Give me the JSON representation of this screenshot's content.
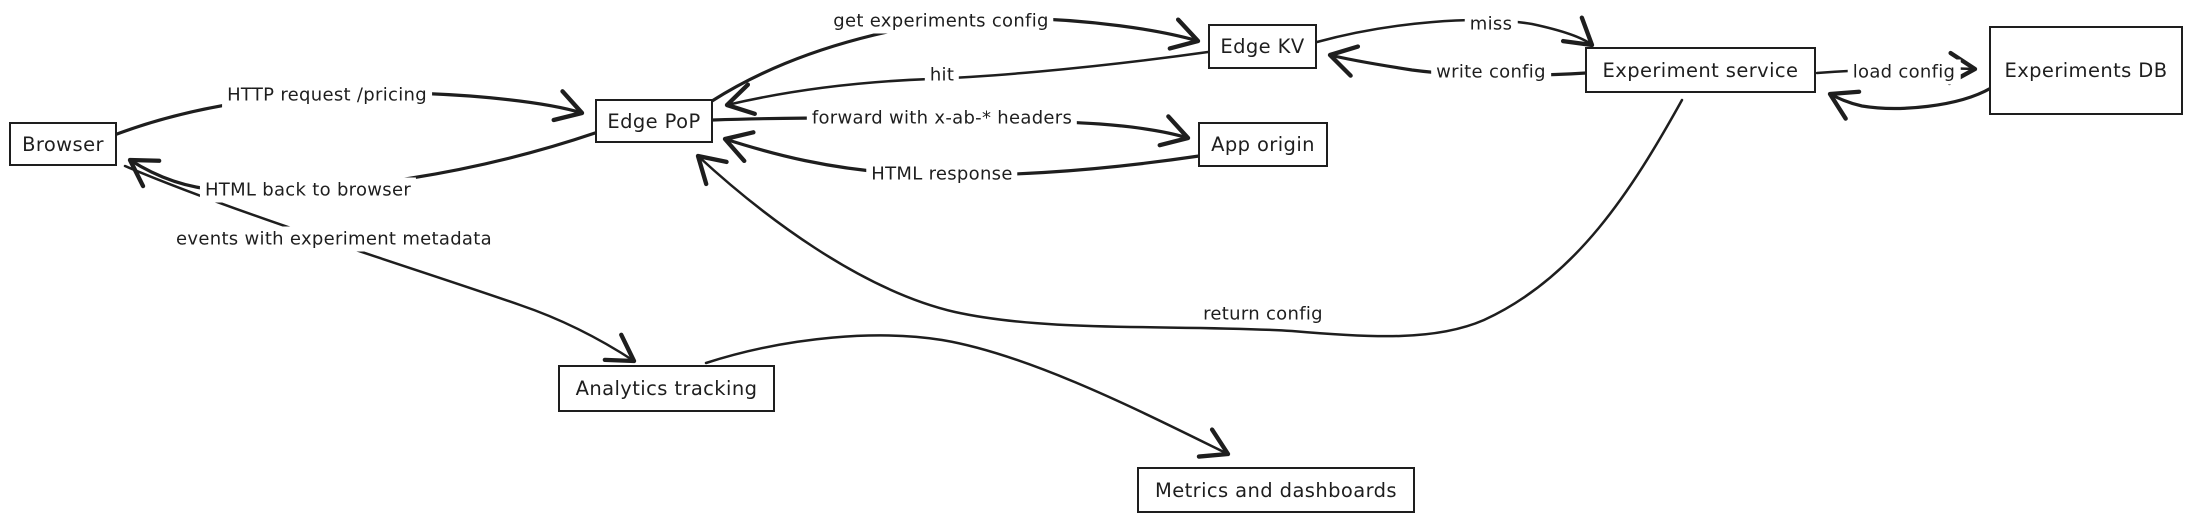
{
  "diagram": {
    "title_hint": "edge A/B testing request flow",
    "colors": {
      "stroke": "#1e1e1e",
      "background": "#ffffff"
    },
    "nodes": {
      "browser": {
        "label": "Browser"
      },
      "edge_pop": {
        "label": "Edge PoP"
      },
      "edge_kv": {
        "label": "Edge KV"
      },
      "experiment_service": {
        "label": "Experiment service"
      },
      "experiments_db": {
        "label": "Experiments DB"
      },
      "app_origin": {
        "label": "App origin"
      },
      "analytics_tracking": {
        "label": "Analytics tracking"
      },
      "metrics_dashboards": {
        "label": "Metrics and dashboards"
      }
    },
    "edges": [
      {
        "from": "browser",
        "to": "edge_pop",
        "label": "HTTP request /pricing"
      },
      {
        "from": "edge_pop",
        "to": "browser",
        "label": "HTML back to browser"
      },
      {
        "from": "browser",
        "to": "analytics_tracking",
        "label": "events with experiment metadata"
      },
      {
        "from": "edge_pop",
        "to": "edge_kv",
        "label": "get experiments config"
      },
      {
        "from": "edge_kv",
        "to": "edge_pop",
        "label": "hit"
      },
      {
        "from": "edge_pop",
        "to": "app_origin",
        "label": "forward with x-ab-* headers"
      },
      {
        "from": "app_origin",
        "to": "edge_pop",
        "label": "HTML response"
      },
      {
        "from": "edge_kv",
        "to": "experiment_service",
        "label": "miss"
      },
      {
        "from": "experiment_service",
        "to": "edge_kv",
        "label": "write config"
      },
      {
        "from": "experiment_service",
        "to": "experiments_db",
        "label": "load config"
      },
      {
        "from": "experiments_db",
        "to": "experiment_service",
        "label": ""
      },
      {
        "from": "experiment_service",
        "to": "edge_pop",
        "label": "return config"
      },
      {
        "from": "analytics_tracking",
        "to": "metrics_dashboards",
        "label": ""
      }
    ]
  }
}
